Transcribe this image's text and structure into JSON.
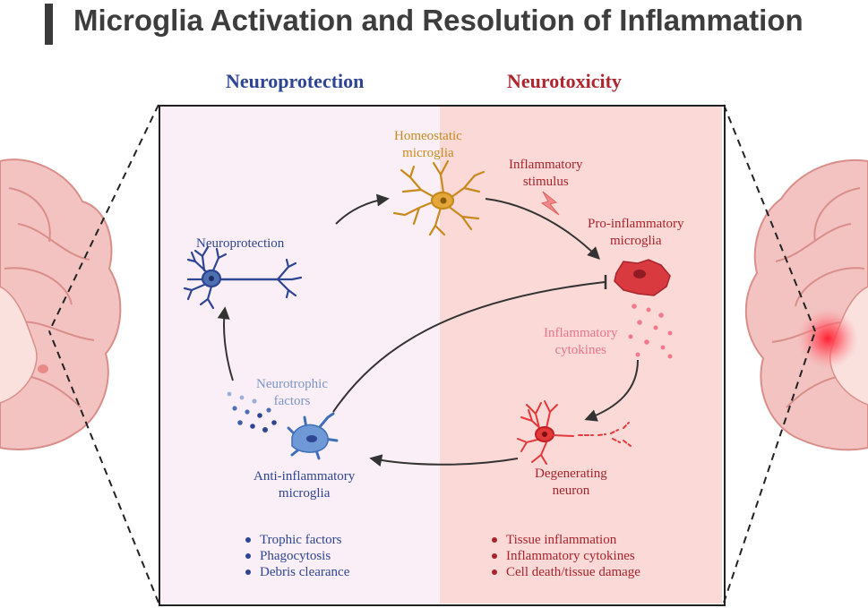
{
  "title": "Microglia Activation and Resolution of Inflammation",
  "headers": {
    "left": "Neuroprotection",
    "right": "Neurotoxicity"
  },
  "labels": {
    "homeostatic_line1": "Homeostatic",
    "homeostatic_line2": "microglia",
    "stimulus_line1": "Inflammatory",
    "stimulus_line2": "stimulus",
    "pro_line1": "Pro-inflammatory",
    "pro_line2": "microglia",
    "cytokines_line1": "Inflammatory",
    "cytokines_line2": "cytokines",
    "degen_line1": "Degenerating",
    "degen_line2": "neuron",
    "anti_line1": "Anti-inflammatory",
    "anti_line2": "microglia",
    "trophic_line1": "Neurotrophic",
    "trophic_line2": "factors",
    "neuroprotection": "Neuroprotection"
  },
  "bullets_left": [
    "Trophic factors",
    "Phagocytosis",
    "Debris clearance"
  ],
  "bullets_right": [
    "Tissue inflammation",
    "Inflammatory cytokines",
    "Cell death/tissue damage"
  ],
  "colors": {
    "neuroprotection": "#2d4592",
    "neurotoxicity": "#b0262f",
    "homeostatic": "#c98a1d",
    "panel_left_bg": "#fbeff7",
    "panel_right_bg": "#fbd9d7"
  },
  "icons": [
    "brain-left-icon",
    "brain-right-icon",
    "homeostatic-microglia-icon",
    "pro-inflammatory-microglia-icon",
    "anti-inflammatory-microglia-icon",
    "healthy-neuron-icon",
    "degenerating-neuron-icon",
    "lightning-icon"
  ]
}
